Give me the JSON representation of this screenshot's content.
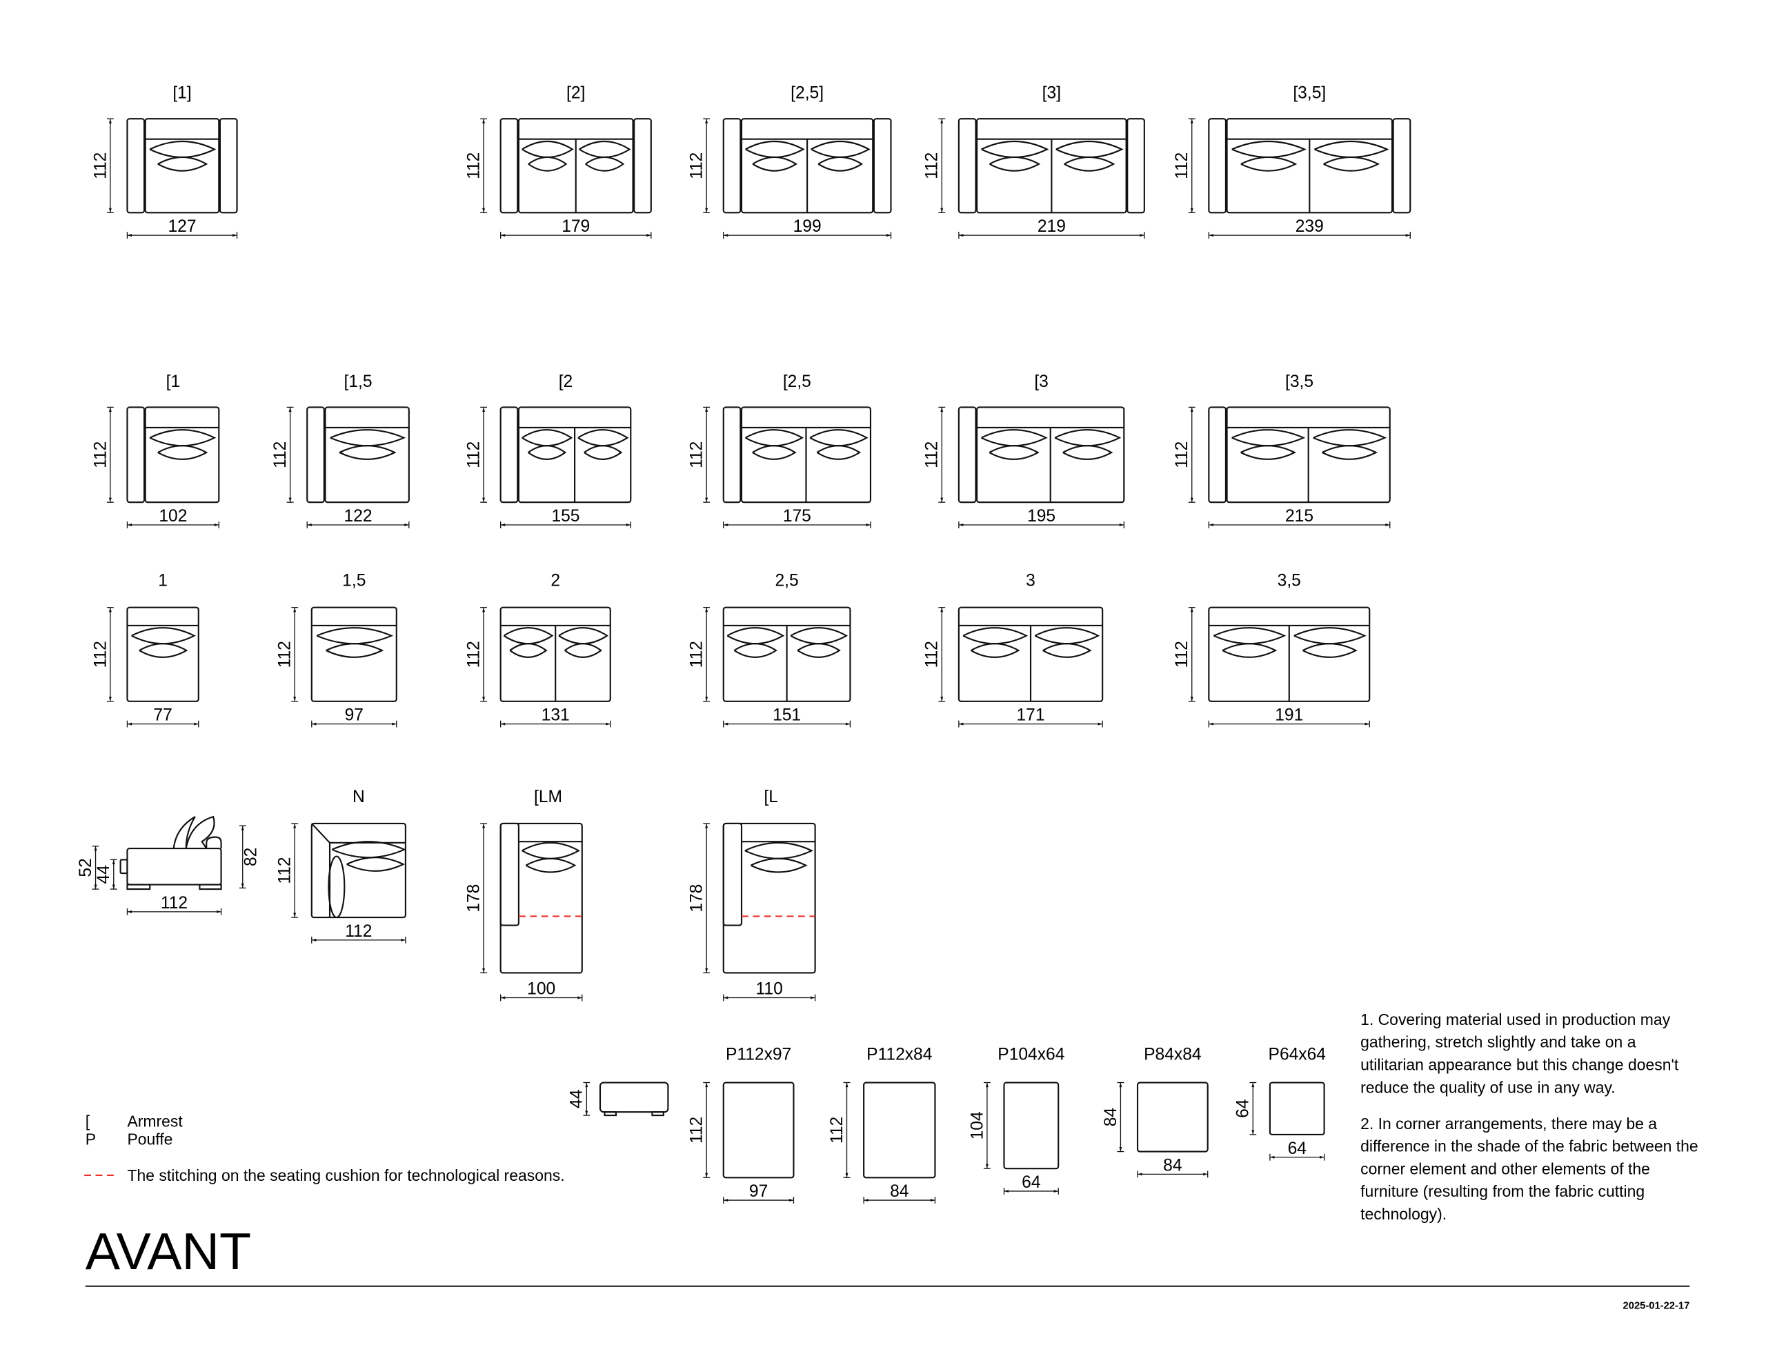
{
  "rows": [
    {
      "name": "armrest-both",
      "items": [
        {
          "label": "[1]",
          "width": "127",
          "depth": "112"
        },
        {
          "label": "[2]",
          "width": "179",
          "depth": "112"
        },
        {
          "label": "[2,5]",
          "width": "199",
          "depth": "112"
        },
        {
          "label": "[3]",
          "width": "219",
          "depth": "112"
        },
        {
          "label": "[3,5]",
          "width": "239",
          "depth": "112"
        }
      ]
    },
    {
      "name": "armrest-left",
      "items": [
        {
          "label": "[1",
          "width": "102",
          "depth": "112"
        },
        {
          "label": "[1,5",
          "width": "122",
          "depth": "112"
        },
        {
          "label": "[2",
          "width": "155",
          "depth": "112"
        },
        {
          "label": "[2,5",
          "width": "175",
          "depth": "112"
        },
        {
          "label": "[3",
          "width": "195",
          "depth": "112"
        },
        {
          "label": "[3,5",
          "width": "215",
          "depth": "112"
        }
      ]
    },
    {
      "name": "no-armrest",
      "items": [
        {
          "label": "1",
          "width": "77",
          "depth": "112"
        },
        {
          "label": "1,5",
          "width": "97",
          "depth": "112"
        },
        {
          "label": "2",
          "width": "131",
          "depth": "112"
        },
        {
          "label": "2,5",
          "width": "151",
          "depth": "112"
        },
        {
          "label": "3",
          "width": "171",
          "depth": "112"
        },
        {
          "label": "3,5",
          "width": "191",
          "depth": "112"
        }
      ]
    }
  ],
  "side_view": {
    "width": "112",
    "height": "82",
    "seat_height": "44",
    "arm_height": "52"
  },
  "corner": {
    "label": "N",
    "width": "112",
    "depth": "112"
  },
  "chaise": [
    {
      "label": "[LM",
      "width": "100",
      "depth": "178"
    },
    {
      "label": "[L",
      "width": "110",
      "depth": "178"
    }
  ],
  "pouffe_side": {
    "height": "44"
  },
  "pouffes": [
    {
      "label": "P112x97",
      "width": "97",
      "depth": "112"
    },
    {
      "label": "P112x84",
      "width": "84",
      "depth": "112"
    },
    {
      "label": "P104x64",
      "width": "64",
      "depth": "104"
    },
    {
      "label": "P84x84",
      "width": "84",
      "depth": "84"
    },
    {
      "label": "P64x64",
      "width": "64",
      "depth": "64"
    }
  ],
  "legend": {
    "items": [
      {
        "symbol": "[",
        "text": "Armrest"
      },
      {
        "symbol": "P",
        "text": "Pouffe"
      }
    ],
    "stitching": "The stitching on the seating cushion for technological reasons.",
    "stitch_color": "#e8302a"
  },
  "notes": [
    [
      "1. Covering material used in production may",
      "gathering, stretch slightly and take on a",
      "utilitarian appearance but this change doesn't",
      "reduce the quality of use in any way."
    ],
    [
      "2. In corner arrangements, there may be a",
      "difference in the shade of the fabric between the",
      "corner element and other elements of the",
      "furniture (resulting from the fabric cutting",
      "technology)."
    ]
  ],
  "title": "AVANT",
  "date": "2025-01-22-17"
}
